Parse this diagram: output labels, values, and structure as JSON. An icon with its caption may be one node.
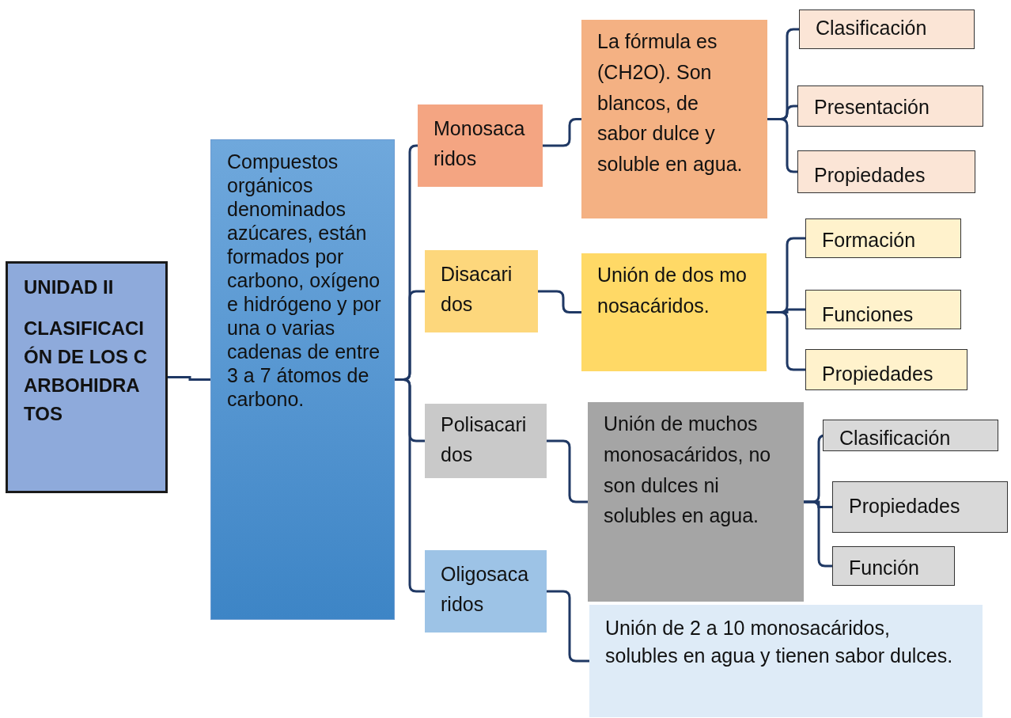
{
  "diagram": {
    "nodes": [
      {
        "text": [
          "UNIDAD II",
          "CLASIFICACIÓN DE LOS CARBOHIDRATOS"
        ]
      },
      {
        "text": [
          "Compuestos orgánicos denominados azúcares, están formados por carbono, oxígeno e hidrógeno y por una o varias cadenas de entre 3 a 7 átomos de carbono."
        ]
      },
      {
        "text": [
          "Monosacaridos"
        ]
      },
      {
        "text": [
          "La fórmula es (CH2O). Son blancos, de sabor dulce y soluble en agua."
        ]
      },
      {
        "text": [
          "Clasificación"
        ]
      },
      {
        "text": [
          "Presentación"
        ]
      },
      {
        "text": [
          "Propiedades"
        ]
      },
      {
        "text": [
          "Disacaridos"
        ]
      },
      {
        "text": [
          "Unión de dos monosacáridos."
        ]
      },
      {
        "text": [
          "Formación"
        ]
      },
      {
        "text": [
          "Funciones"
        ]
      },
      {
        "text": [
          "Propiedades"
        ]
      },
      {
        "text": [
          "Polisacaridos"
        ]
      },
      {
        "text": [
          "Unión de muchos monosacáridos, no son dulces ni solubles en agua."
        ]
      },
      {
        "text": [
          "Clasificación"
        ]
      },
      {
        "text": [
          "Propiedades"
        ]
      },
      {
        "text": [
          "Función"
        ]
      },
      {
        "text": [
          "Oligosacaridos"
        ]
      },
      {
        "text": [
          "Unión de 2 a 10 monosacáridos, solubles en agua y tienen sabor dulces."
        ]
      }
    ],
    "edges": [
      {
        "from": 0,
        "to": 1,
        "arrow": "none"
      },
      {
        "from": 1,
        "to": 2,
        "arrow": "none"
      },
      {
        "from": 1,
        "to": 7,
        "arrow": "none"
      },
      {
        "from": 1,
        "to": 12,
        "arrow": "none"
      },
      {
        "from": 1,
        "to": 17,
        "arrow": "none"
      },
      {
        "from": 2,
        "to": 3,
        "arrow": "none"
      },
      {
        "from": 3,
        "to": 4,
        "arrow": "none"
      },
      {
        "from": 3,
        "to": 5,
        "arrow": "none"
      },
      {
        "from": 3,
        "to": 6,
        "arrow": "none"
      },
      {
        "from": 7,
        "to": 8,
        "arrow": "none"
      },
      {
        "from": 8,
        "to": 9,
        "arrow": "none"
      },
      {
        "from": 8,
        "to": 10,
        "arrow": "none"
      },
      {
        "from": 8,
        "to": 11,
        "arrow": "none"
      },
      {
        "from": 12,
        "to": 13,
        "arrow": "none"
      },
      {
        "from": 13,
        "to": 14,
        "arrow": "none"
      },
      {
        "from": 13,
        "to": 15,
        "arrow": "none"
      },
      {
        "from": 13,
        "to": 16,
        "arrow": "none"
      },
      {
        "from": 17,
        "to": 18,
        "arrow": "none"
      }
    ]
  }
}
